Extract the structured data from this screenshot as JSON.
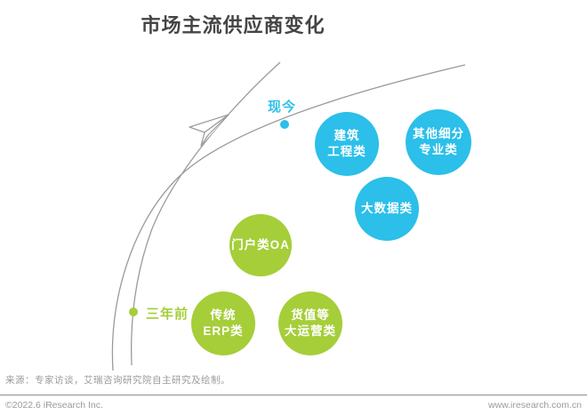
{
  "title": "市场主流供应商变化",
  "colors": {
    "blue": "#2bbfe9",
    "green": "#a5ce39",
    "title_text": "#454545",
    "curve": "#9b9b9b",
    "footer_text": "#9a9a9a"
  },
  "timeline": {
    "now": {
      "label": "现今"
    },
    "three_years_ago": {
      "label": "三年前"
    }
  },
  "bubbles": [
    {
      "l1": "建筑",
      "l2": "工程类",
      "group": "now",
      "color": "#2bbfe9"
    },
    {
      "l1": "其他细分",
      "l2": "专业类",
      "group": "now",
      "color": "#2bbfe9"
    },
    {
      "l1": "大数据类",
      "l2": "",
      "group": "now",
      "color": "#2bbfe9"
    },
    {
      "l1": "门户类OA",
      "l2": "",
      "group": "three_years_ago",
      "color": "#a5ce39"
    },
    {
      "l1": "传统",
      "l2": "ERP类",
      "group": "three_years_ago",
      "color": "#a5ce39"
    },
    {
      "l1": "货值等",
      "l2": "大运营类",
      "group": "three_years_ago",
      "color": "#a5ce39"
    }
  ],
  "footer": {
    "source": "来源：专家访谈，艾瑞咨询研究院自主研究及绘制。",
    "copyright": "©2022.6 iResearch Inc.",
    "website": "www.iresearch.com.cn"
  }
}
